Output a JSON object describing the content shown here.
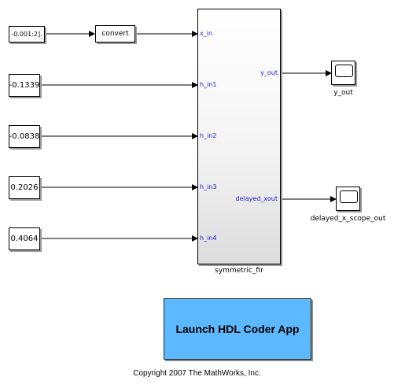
{
  "blocks": {
    "ramp_source": "-0.001:2].",
    "convert": "convert",
    "h_in1_const": "-0.1339",
    "h_in2_const": "-0.0838",
    "h_in3_const": "0.2026",
    "h_in4_const": "0.4064"
  },
  "subsystem": {
    "name": "symmetric_fir",
    "inputs": [
      "x_in",
      "h_in1",
      "h_in2",
      "h_in3",
      "h_in4"
    ],
    "outputs": [
      "y_out",
      "delayed_xout"
    ]
  },
  "scopes": {
    "y_out": "y_out",
    "delayed": "delayed_x_scope_out"
  },
  "launch_button": "Launch HDL Coder App",
  "copyright": "Copyright 2007 The MathWorks, Inc.",
  "colors": {
    "port_label": "#1a1ad6",
    "button_fill": "#5cb8ff"
  }
}
